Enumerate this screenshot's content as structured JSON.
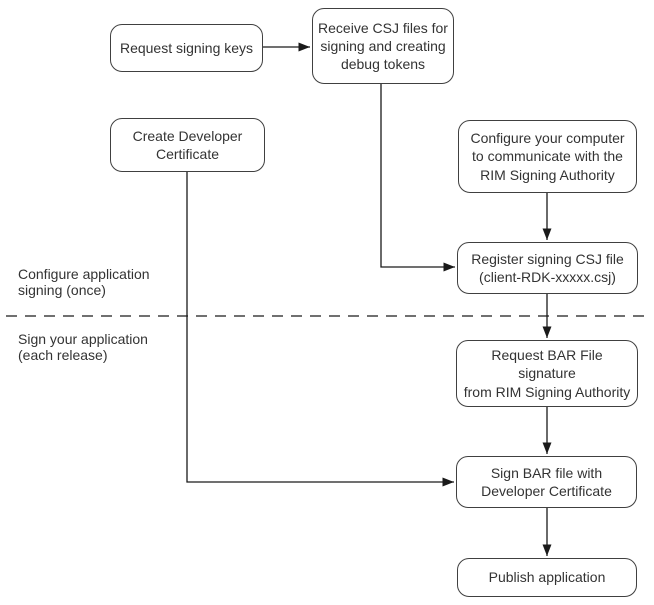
{
  "diagram": {
    "type": "flowchart",
    "colors": {
      "node_border": "#404040",
      "node_fill": "#ffffff",
      "text": "#333333",
      "connector": "#1a1a1a",
      "background": "#ffffff"
    },
    "nodes": {
      "request_signing_keys": {
        "label": "Request signing keys"
      },
      "receive_csj_files": {
        "label": "Receive CSJ files for\nsigning and creating\ndebug tokens"
      },
      "create_developer_certificate": {
        "label": "Create Developer\nCertificate"
      },
      "configure_computer": {
        "label": "Configure your computer\nto communicate with the\nRIM Signing Authority"
      },
      "register_csj_file": {
        "label": "Register signing CSJ file\n(client-RDK-xxxxx.csj)"
      },
      "request_bar_signature": {
        "label": "Request BAR File signature\nfrom RIM Signing Authority"
      },
      "sign_bar_file": {
        "label": "Sign BAR file with\nDeveloper Certificate"
      },
      "publish_application": {
        "label": "Publish application"
      }
    },
    "section_labels": {
      "configure_once": "Configure application\nsigning (once)",
      "sign_each_release": "Sign your application\n(each release)"
    },
    "edges": [
      {
        "from": "request_signing_keys",
        "to": "receive_csj_files"
      },
      {
        "from": "receive_csj_files",
        "to": "register_csj_file"
      },
      {
        "from": "configure_computer",
        "to": "register_csj_file"
      },
      {
        "from": "register_csj_file",
        "to": "request_bar_signature"
      },
      {
        "from": "request_bar_signature",
        "to": "sign_bar_file"
      },
      {
        "from": "create_developer_certificate",
        "to": "sign_bar_file"
      },
      {
        "from": "sign_bar_file",
        "to": "publish_application"
      }
    ]
  }
}
